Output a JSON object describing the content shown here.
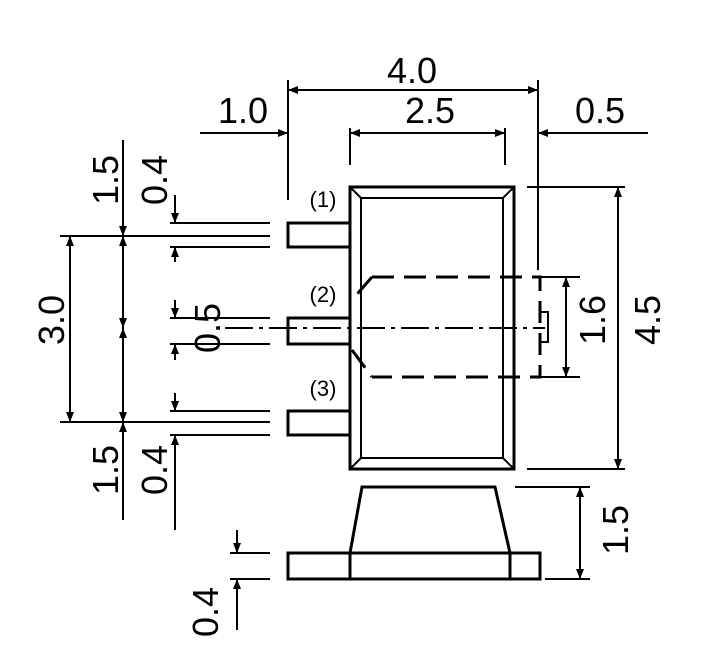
{
  "diagram": {
    "dimensions": {
      "total_width": "4.0",
      "pin_lead_length": "1.0",
      "pin_span": "2.5",
      "tab_protrusion": "0.5",
      "top_pitch": "1.5",
      "top_lead_width": "0.4",
      "pin_group_span": "3.0",
      "center_lead_width": "0.5",
      "bottom_pitch": "1.5",
      "bottom_lead_width": "0.4",
      "tab_height": "1.6",
      "body_height": "4.5",
      "package_height": "1.5",
      "lead_thickness": "0.4"
    },
    "pins": [
      "(1)",
      "(2)",
      "(3)"
    ]
  }
}
